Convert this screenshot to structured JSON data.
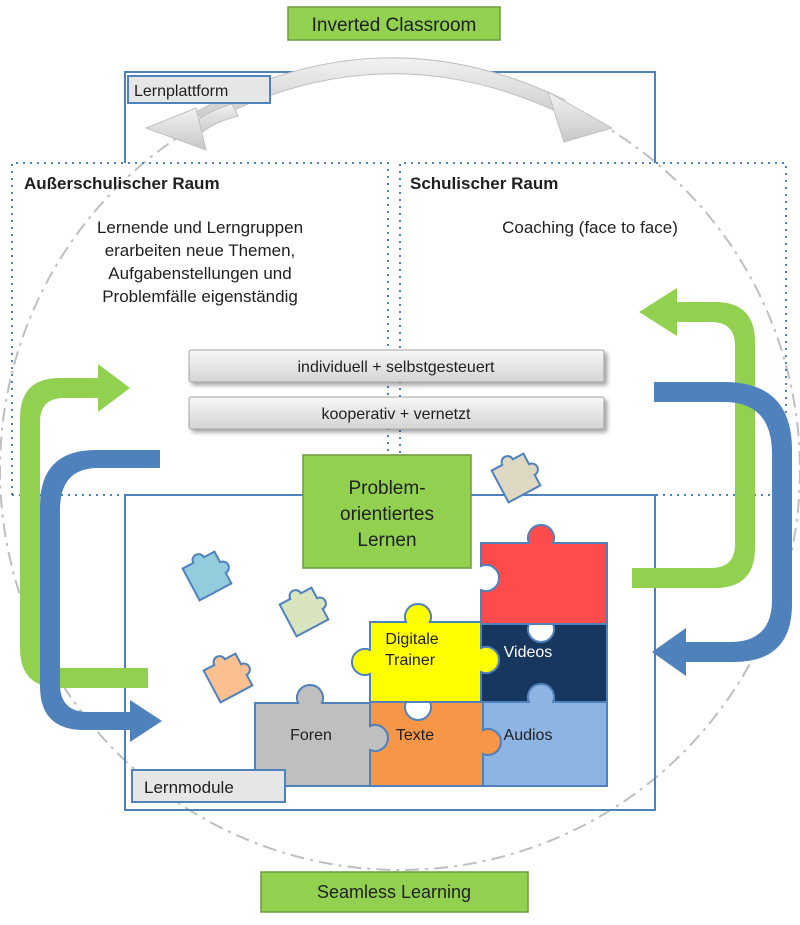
{
  "top_label": "Inverted Classroom",
  "platform_label": "Lernplattform",
  "left_zone": {
    "title": "Außerschulischer Raum",
    "lines": [
      "Lernende und Lerngruppen",
      "erarbeiten neue Themen,",
      "Aufgabenstellungen und",
      "Problemfälle eigenständig"
    ]
  },
  "right_zone": {
    "title": "Schulischer Raum",
    "text": "Coaching (face to face)"
  },
  "modes": [
    "individuell + selbstgesteuert",
    "kooperativ + vernetzt"
  ],
  "center_box": {
    "lines": [
      "Problem-",
      "orientiertes",
      "Lernen"
    ]
  },
  "modules_label": "Lernmodule",
  "puzzle_pieces": {
    "foren": "Foren",
    "texte": "Texte",
    "audios": "Audios",
    "videos": "Videos",
    "trainer": [
      "Digitale",
      "Trainer"
    ]
  },
  "bottom_label": "Seamless Learning",
  "colors": {
    "green": "#92d050",
    "blue": "#4f81bd",
    "red": "#ff4b4b",
    "navy": "#17375e",
    "yellow": "#ffff00",
    "orange": "#f79646",
    "gray": "#bfbfbf",
    "light_blue": "#8eb4e3"
  }
}
